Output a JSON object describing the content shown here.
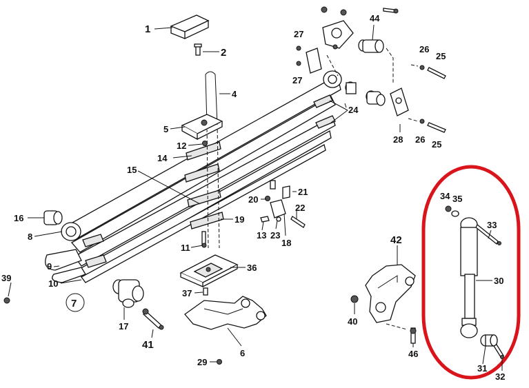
{
  "diagram": {
    "group_number": "7",
    "highlight_color": "#d9141b",
    "callouts": [
      {
        "id": "c1",
        "text": "1"
      },
      {
        "id": "c2",
        "text": "2"
      },
      {
        "id": "c4",
        "text": "4"
      },
      {
        "id": "c5",
        "text": "5"
      },
      {
        "id": "c6",
        "text": "6"
      },
      {
        "id": "c8",
        "text": "8"
      },
      {
        "id": "c9",
        "text": "9"
      },
      {
        "id": "c10",
        "text": "10"
      },
      {
        "id": "c11",
        "text": "11"
      },
      {
        "id": "c12",
        "text": "12"
      },
      {
        "id": "c13",
        "text": "13"
      },
      {
        "id": "c14",
        "text": "14"
      },
      {
        "id": "c15",
        "text": "15"
      },
      {
        "id": "c16",
        "text": "16"
      },
      {
        "id": "c17",
        "text": "17"
      },
      {
        "id": "c18",
        "text": "18"
      },
      {
        "id": "c19",
        "text": "19"
      },
      {
        "id": "c20",
        "text": "20"
      },
      {
        "id": "c21",
        "text": "21"
      },
      {
        "id": "c22",
        "text": "22"
      },
      {
        "id": "c23",
        "text": "23"
      },
      {
        "id": "c24",
        "text": "24"
      },
      {
        "id": "c25a",
        "text": "25"
      },
      {
        "id": "c25b",
        "text": "25"
      },
      {
        "id": "c26a",
        "text": "26"
      },
      {
        "id": "c26b",
        "text": "26"
      },
      {
        "id": "c27a",
        "text": "27"
      },
      {
        "id": "c27b",
        "text": "27"
      },
      {
        "id": "c28",
        "text": "28"
      },
      {
        "id": "c29",
        "text": "29"
      },
      {
        "id": "c30",
        "text": "30"
      },
      {
        "id": "c31",
        "text": "31"
      },
      {
        "id": "c32",
        "text": "32"
      },
      {
        "id": "c33",
        "text": "33"
      },
      {
        "id": "c34",
        "text": "34"
      },
      {
        "id": "c35",
        "text": "35"
      },
      {
        "id": "c36",
        "text": "36"
      },
      {
        "id": "c37",
        "text": "37"
      },
      {
        "id": "c39",
        "text": "39"
      },
      {
        "id": "c40",
        "text": "40"
      },
      {
        "id": "c41",
        "text": "41"
      },
      {
        "id": "c42",
        "text": "42"
      },
      {
        "id": "c44",
        "text": "44"
      },
      {
        "id": "c46",
        "text": "46"
      }
    ]
  }
}
